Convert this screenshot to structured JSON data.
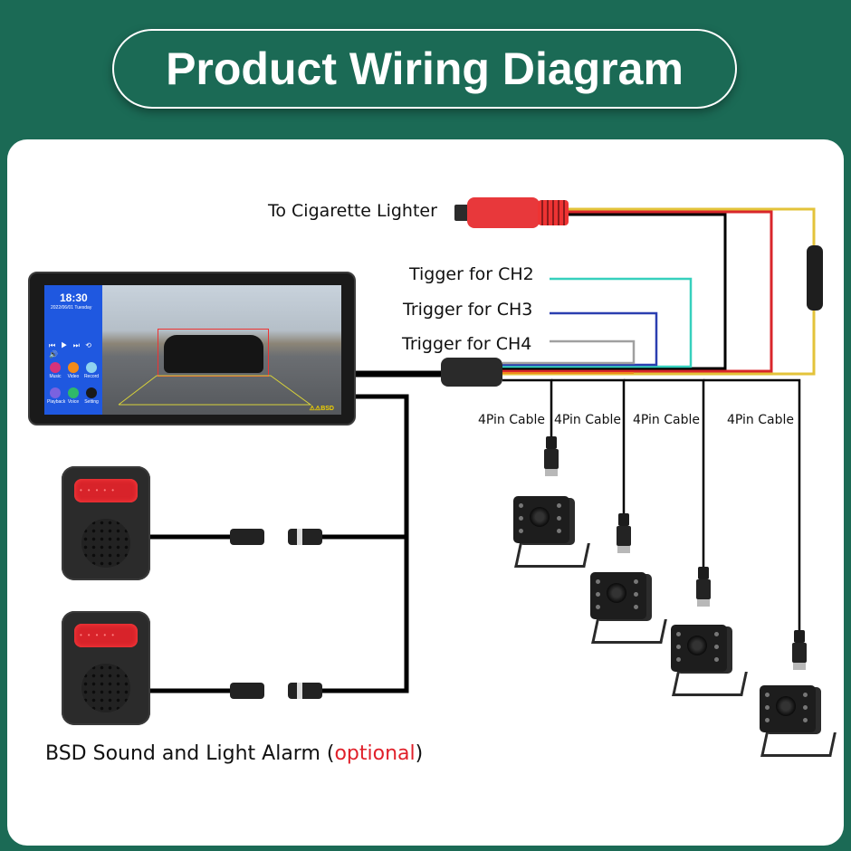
{
  "header": {
    "title": "Product Wiring Diagram"
  },
  "colors": {
    "background": "#1b6a55",
    "panel": "#ffffff",
    "wire_black": "#000000",
    "wire_red": "#d9262b",
    "wire_yellow": "#e3c33a",
    "wire_orange": "#f08a1c",
    "wire_ch2": "#36d0bd",
    "wire_ch3": "#2b3fb0",
    "wire_ch4": "#a0a0a0",
    "optional_text": "#e0202a"
  },
  "labels": {
    "cigarette": "To Cigarette Lighter",
    "trigger_ch2": "Tigger for CH2",
    "trigger_ch3": "Trigger for CH3",
    "trigger_ch4": "Trigger for CH4",
    "cables": [
      "4Pin Cable",
      "4Pin Cable",
      "4Pin Cable",
      "4Pin Cable"
    ],
    "alarm_caption": "BSD Sound and Light Alarm (",
    "alarm_optional": "optional",
    "alarm_close": ")"
  },
  "monitor": {
    "clock": "18:30",
    "date": "2022/06/01 Tuesday",
    "media_controls": "⏮ ▶ ⏭ ⟲ 🔊",
    "apps": [
      {
        "label": "Music",
        "color": "#d7327a"
      },
      {
        "label": "Video",
        "color": "#f28a1a"
      },
      {
        "label": "Record",
        "color": "#8fd3f0"
      },
      {
        "label": "Playback",
        "color": "#7a62e0"
      },
      {
        "label": "Voice",
        "color": "#2fb86a"
      },
      {
        "label": "Setting",
        "color": "#1a1a1a"
      }
    ],
    "status": "⚠⚠BSD"
  },
  "components": {
    "alarms": [
      "alarm-1",
      "alarm-2"
    ],
    "cameras": [
      "camera-ch1",
      "camera-ch2",
      "camera-ch3",
      "camera-ch4"
    ]
  }
}
